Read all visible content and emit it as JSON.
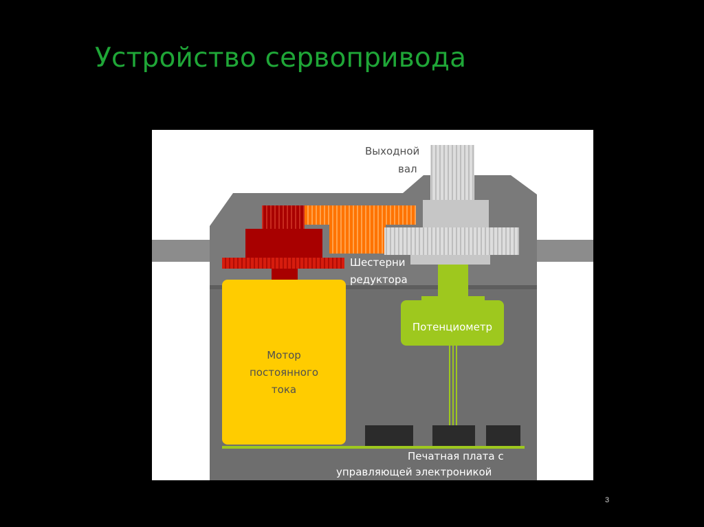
{
  "slide": {
    "title": "Устройство сервопривода",
    "page_number": "3"
  },
  "diagram": {
    "labels": {
      "output_shaft_line1": "Выходной",
      "output_shaft_line2": "вал",
      "gears_line1": "Шестерни",
      "gears_line2": "редуктора",
      "potentiometer": "Потенциометр",
      "motor_line1": "Мотор",
      "motor_line2": "постоянного",
      "motor_line3": "тока",
      "pcb_line1": "Печатная плата с",
      "pcb_line2": "управляющей электроникой"
    },
    "colors": {
      "background": "#ffffff",
      "housing_light": "#7a7a7a",
      "housing_dark": "#5e5e5e",
      "motor": "#ffcc00",
      "gear_dark_red": "#a80000",
      "gear_red": "#d61c0e",
      "gear_orange": "#ff7300",
      "gear_white": "#dddddd",
      "potentiometer": "#9ec81e",
      "pcb_line": "#9ec81e",
      "chips": "#2b2b2b"
    }
  }
}
